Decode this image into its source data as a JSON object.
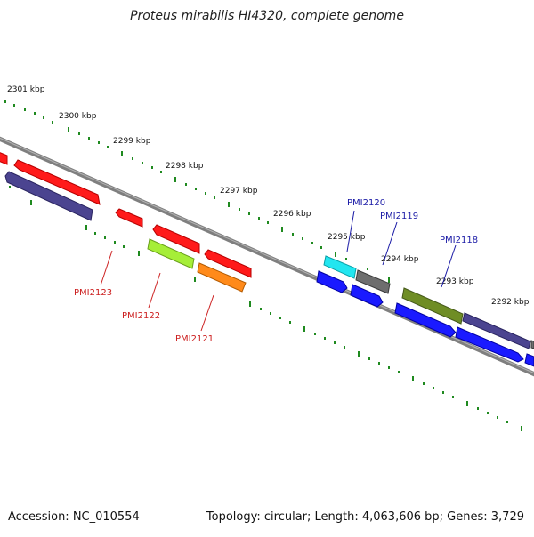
{
  "title": "Proteus mirabilis HI4320, complete genome",
  "footer": {
    "accession": "Accession: NC_010554",
    "stats": "Topology: circular; Length: 4,063,606 bp; Genes: 3,729"
  },
  "ruler": {
    "labels": [
      "2301 kbp",
      "2300 kbp",
      "2299 kbp",
      "2298 kbp",
      "2297 kbp",
      "2296 kbp",
      "2295 kbp",
      "2294 kbp",
      "2293 kbp",
      "2292 kbp"
    ]
  },
  "gene_labels": {
    "top": [
      "PMI2120",
      "PMI2119",
      "PMI2118"
    ],
    "bottom": [
      "PMI2123",
      "PMI2122",
      "PMI2121"
    ]
  },
  "colors": {
    "backbone": "#7f7f7f",
    "ticks": "#1f8a1f",
    "forward_label": "#1a1aa6",
    "reverse_label": "#cc1f1f",
    "red": "#ff1a1a",
    "navy": "#4b4490",
    "blue": "#1a1aff",
    "cyan": "#22e6f0",
    "grey": "#6e6e6e",
    "olive": "#6f8d25",
    "lime": "#a6ee38",
    "orange": "#ff8a1a"
  }
}
